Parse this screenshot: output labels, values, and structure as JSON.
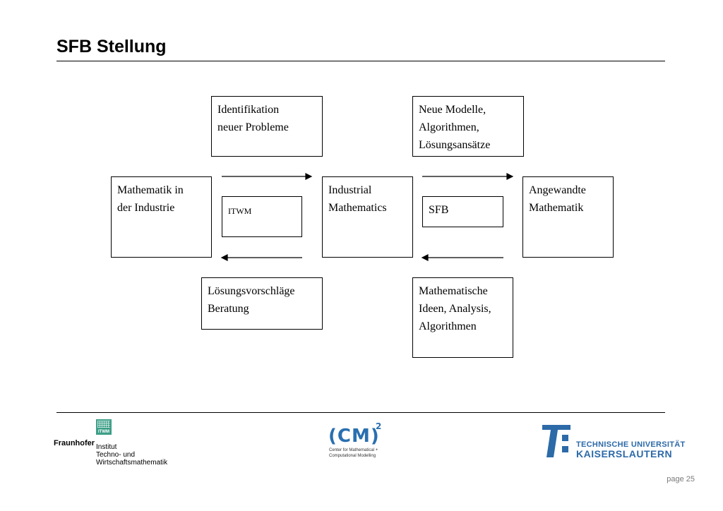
{
  "header": {
    "title": "SFB Stellung"
  },
  "diagram": {
    "identifikation": [
      "Identifikation",
      "neuer Probleme"
    ],
    "neue_modelle": [
      "Neue Modelle,",
      "Algorithmen,",
      "Lösungsansätze"
    ],
    "math_industrie": [
      "Mathematik in",
      "der Industrie"
    ],
    "itwm": "ITWM",
    "industrial_math": [
      "Industrial",
      "Mathematics"
    ],
    "sfb": "SFB",
    "angewandte": [
      "Angewandte",
      "Mathematik"
    ],
    "loesungsvorschlaege": [
      "Lösungsvorschläge",
      "Beratung"
    ],
    "math_ideen": [
      "Mathematische",
      "Ideen, Analysis,",
      "Algorithmen"
    ]
  },
  "footer": {
    "itwm_logo": {
      "icon_label": "ITWM",
      "org": "Fraunhofer",
      "lines": [
        "Institut",
        "Techno- und",
        "Wirtschaftsmathematik"
      ]
    },
    "cm_logo": {
      "mark": "(CM)",
      "superscript": "2",
      "lines": [
        "Center for Mathematical +",
        "Computational Modelling"
      ]
    },
    "tu_logo": {
      "line1": "TECHNISCHE UNIVERSITÄT",
      "line2": "KAISERSLAUTERN",
      "accent_color": "#2d6aa8"
    },
    "page_label": "page 25"
  }
}
